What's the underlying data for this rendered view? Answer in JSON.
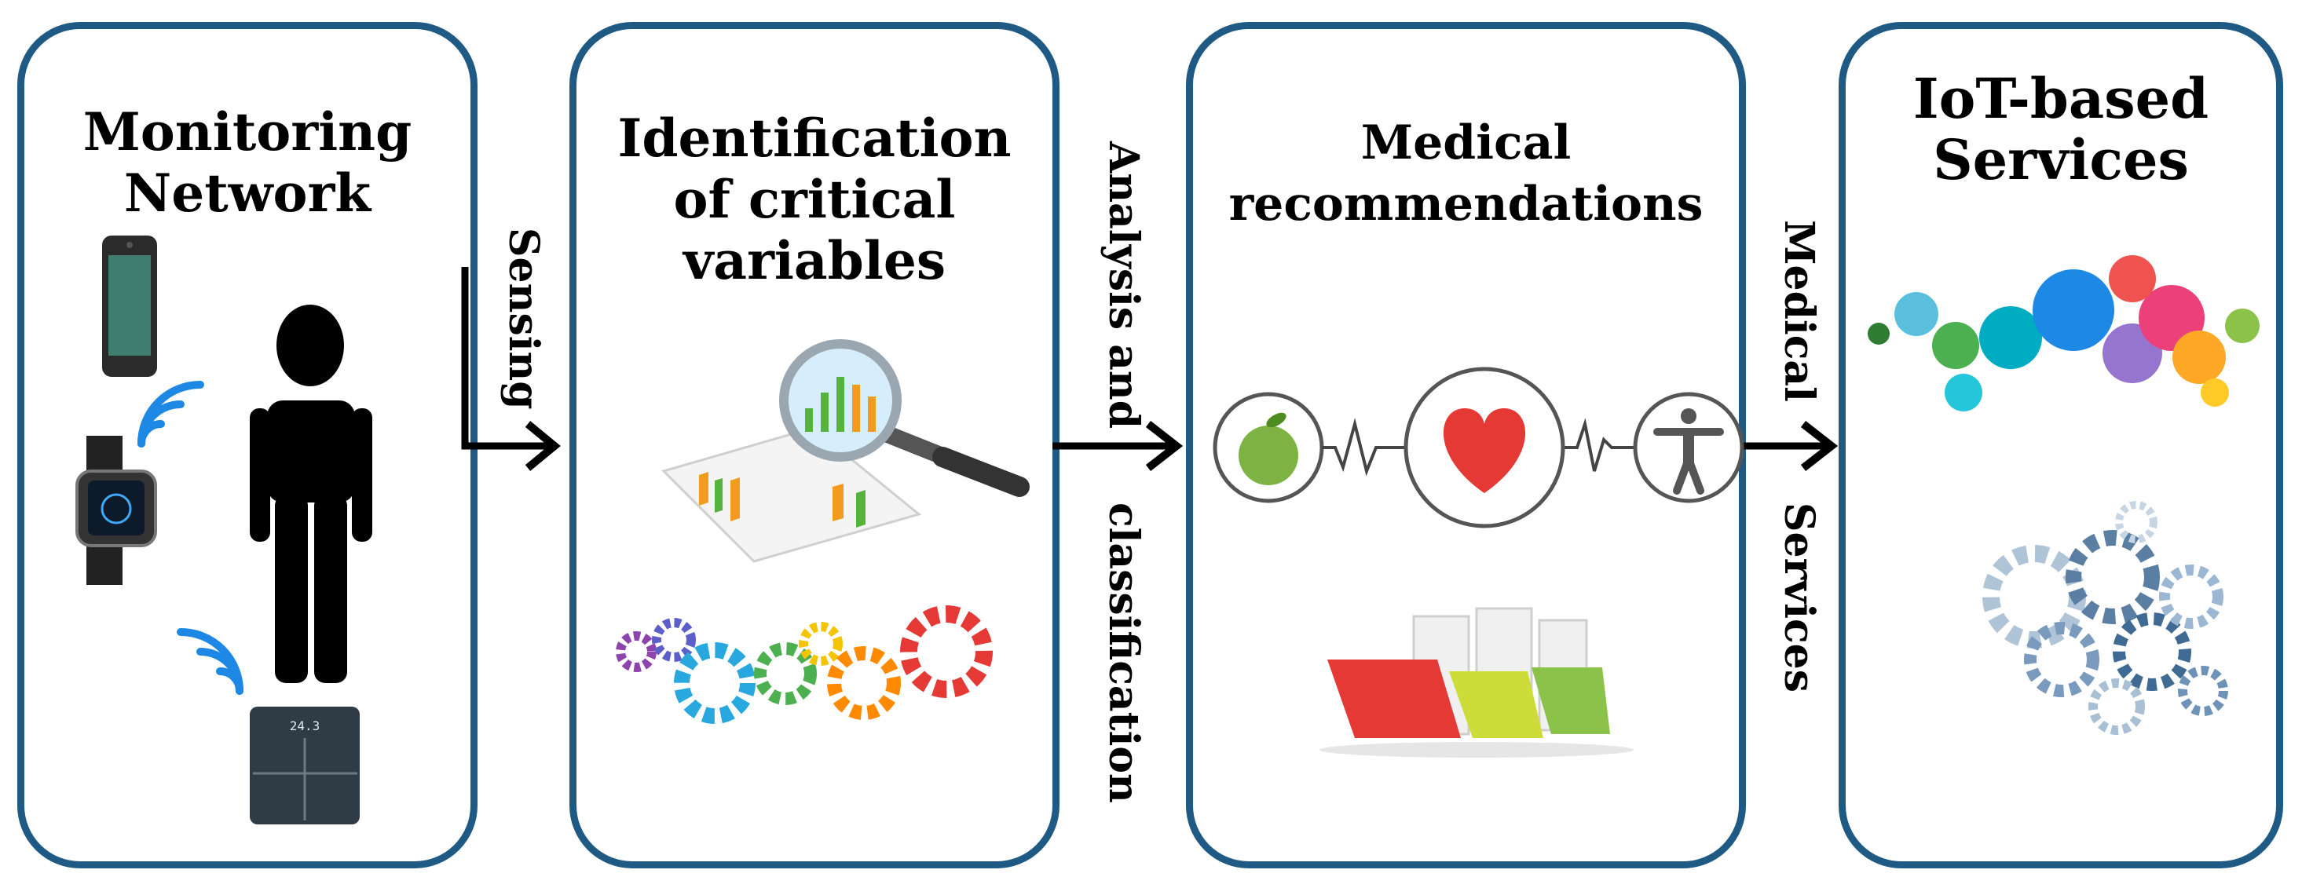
{
  "panels": [
    {
      "line1": "Monitoring",
      "line2": "Network"
    },
    {
      "line1": "Identification",
      "line2": "of critical",
      "line3": "variables"
    },
    {
      "line1": "Medical",
      "line2": "recommendations"
    },
    {
      "line1": "IoT-based",
      "line2": "Services"
    }
  ],
  "connectors": {
    "sensing": "Sensing",
    "analysis_a": "Analysis and",
    "analysis_b": "classification",
    "medical_a": "Medical",
    "medical_b": "Services"
  },
  "scale_display": "24.3",
  "icons": [
    "smartphone-icon",
    "wifi-icon",
    "smartwatch-icon",
    "person-icon",
    "scale-icon",
    "magnifier-chart-icon",
    "colorful-gears-icon",
    "apple-icon",
    "heart-icon",
    "human-figure-icon",
    "folders-icon",
    "iot-bubbles-icon",
    "blue-gears-icon"
  ],
  "colors": {
    "panel_border": "#1f5a85",
    "wifi": "#1e88e5",
    "heart": "#e53935",
    "apple": "#7cb342"
  }
}
